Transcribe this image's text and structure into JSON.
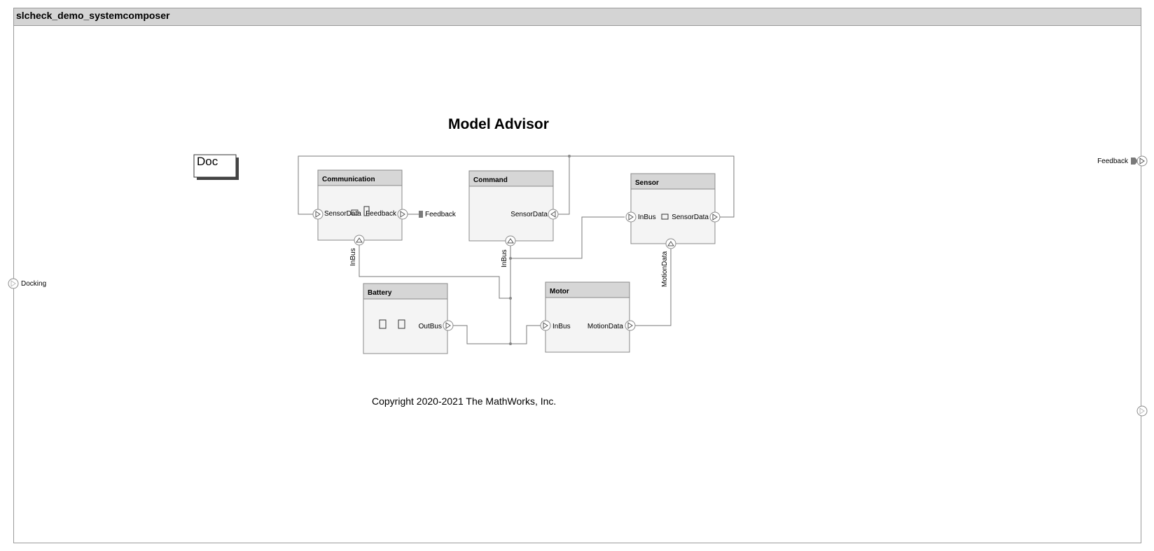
{
  "model": {
    "title": "slcheck_demo_systemcomposer"
  },
  "annotations": {
    "heading": "Model Advisor",
    "doc_label": "Doc",
    "copyright": "Copyright 2020-2021 The MathWorks, Inc."
  },
  "components": {
    "communication": {
      "name": "Communication",
      "port_sensordata": "SensorData",
      "port_feedback": "Feedback",
      "port_inbus": "InBus"
    },
    "command": {
      "name": "Command",
      "port_sensordata": "SensorData",
      "port_inbus": "InBus"
    },
    "sensor": {
      "name": "Sensor",
      "port_inbus": "InBus",
      "port_sensordata": "SensorData",
      "port_motiondata": "MotionData"
    },
    "battery": {
      "name": "Battery",
      "port_outbus": "OutBus"
    },
    "motor": {
      "name": "Motor",
      "port_inbus": "InBus",
      "port_motiondata": "MotionData"
    }
  },
  "external_ports": {
    "docking": "Docking",
    "feedback_out": "Feedback",
    "feedback_internal": "Feedback"
  },
  "colors": {
    "titlebar": "#d4d4d4",
    "component_header": "#d6d6d6",
    "component_body": "#f4f4f4",
    "wire": "#7a7a7a"
  },
  "icons": [
    "port-in-arrow-icon",
    "port-out-arrow-icon",
    "stereotype-doc-icon",
    "bus-element-icon",
    "physical-port-icon"
  ]
}
